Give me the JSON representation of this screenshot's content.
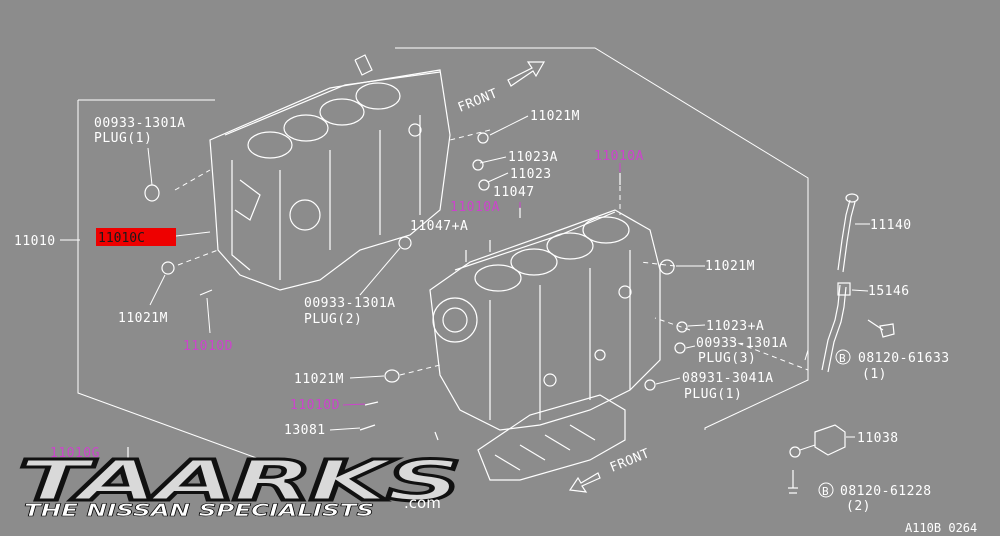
{
  "labels": {
    "l_00933_top": "00933-1301A",
    "l_plug1_top": "PLUG(1)",
    "l_11010": "11010",
    "l_11010c": "11010C",
    "l_11021m_left": "11021M",
    "l_11010d_left": "11010D",
    "l_00933_mid": "00933-1301A",
    "l_plug2": "PLUG(2)",
    "l_front_top": "FRONT",
    "l_11021m_top": "11021M",
    "l_11023a_top": "11023A",
    "l_11023_top": "11023",
    "l_11047": "11047",
    "l_11010a_right": "11010A",
    "l_11010a_mid": "11010A",
    "l_11047a": "11047+A",
    "l_11021m_right": "11021M",
    "l_11023a_right": "11023+A",
    "l_00933_right": "00933-1301A",
    "l_plug3": "PLUG(3)",
    "l_08931": "08931-3041A",
    "l_plug1_right": "PLUG(1)",
    "l_11021m_bottom": "11021M",
    "l_11010d_bottom": "11010D",
    "l_13081": "13081",
    "l_11010g": "11010G",
    "l_11140": "11140",
    "l_15146": "15146",
    "l_08120_61633": "08120-61633",
    "l_qty1": "(1)",
    "l_11038": "11038",
    "l_08120_61228": "08120-61228",
    "l_qty2": "(2)",
    "l_front_bottom": "FRONT",
    "l_b1": "B",
    "l_b2": "B",
    "ref_code": "A110B 0264"
  },
  "logo": {
    "name": "TAARKS",
    "tagline": "THE NISSAN SPECIALISTS",
    "suffix": ".com"
  },
  "colors": {
    "background": "#8c8c8c",
    "line": "#ffffff",
    "highlight_part": "#cc44cc",
    "selected_fill": "#ee0000"
  }
}
